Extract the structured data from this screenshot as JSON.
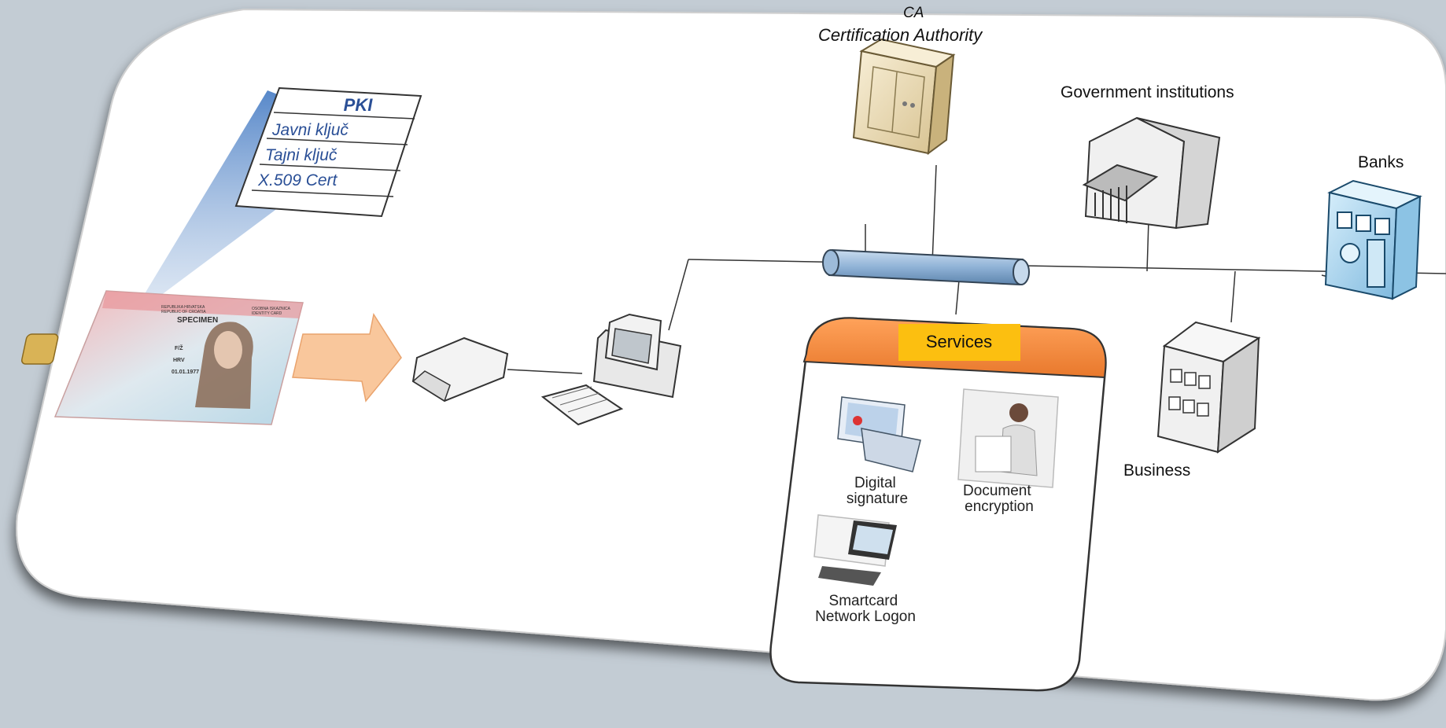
{
  "ca": {
    "line1": "CA",
    "line2": "Certification Authority"
  },
  "pki": {
    "title": "PKI",
    "rows": [
      "Javni ključ",
      "Tajni ključ",
      "X.509 Cert",
      ""
    ]
  },
  "nodes": {
    "government": "Government institutions",
    "banks": "Banks",
    "business": "Business"
  },
  "services": {
    "title": "Services",
    "items": {
      "digital_signature": [
        "Digital",
        "signature"
      ],
      "document_encryption": [
        "Document",
        "encryption"
      ],
      "smartcard_logon": [
        "Smartcard",
        "Network Logon"
      ]
    }
  },
  "id_card": {
    "specimen": "SPECIMEN",
    "country_hr": "REPUBLIKA HRVATSKA",
    "country_en": "REPUBLIC OF CROATIA",
    "doc_hr": "OSOBNA ISKAZNICA",
    "doc_en": "IDENTITY CARD",
    "sex": "F/Ž",
    "nationality": "HRV",
    "dob": "01.01.1977"
  },
  "colors": {
    "background": "#c3ccd4",
    "card_panel": "#ffffff",
    "pki_text": "#2a4f96",
    "arrow": "#f9c79c",
    "services_header": "#f08a3c",
    "services_badge": "#fcbf10",
    "bus_pipe": "#8fb2d6",
    "ca_server": "#efe1bf",
    "bank_building": "#a9d3ef"
  }
}
